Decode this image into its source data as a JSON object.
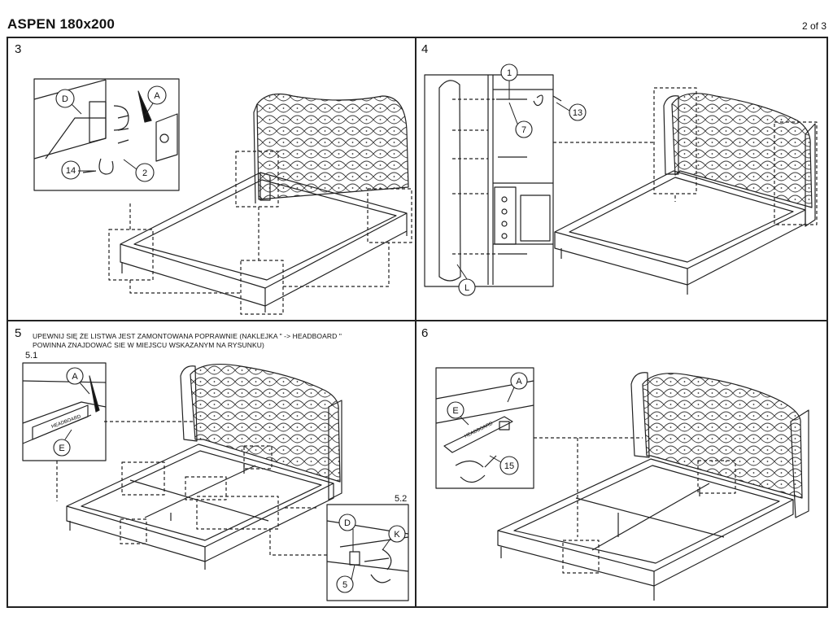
{
  "header": {
    "title": "ASPEN 180x200",
    "page": "2 of 3"
  },
  "steps": [
    {
      "number": "3",
      "labels": [
        "D",
        "A",
        "14",
        "2"
      ]
    },
    {
      "number": "4",
      "labels": [
        "1",
        "7",
        "13",
        "L"
      ]
    },
    {
      "number": "5",
      "note_line1": "UPEWNIJ SIĘ ŻE LISTWA JEST ZAMONTOWANA POPRAWNIE (NAKLEJKA \" -> HEADBOARD \"",
      "note_line2": "POWINNA ZNAJDOWAĆ SIE W MIEJSCU WSKAZANYM NA RYSUNKU)",
      "sub1": "5.1",
      "sub2": "5.2",
      "labels": [
        "A",
        "E",
        "D",
        "K",
        "5"
      ],
      "sticker": "HEADBOARD"
    },
    {
      "number": "6",
      "labels": [
        "A",
        "E",
        "15"
      ],
      "sticker": "HEADBOARD"
    }
  ]
}
